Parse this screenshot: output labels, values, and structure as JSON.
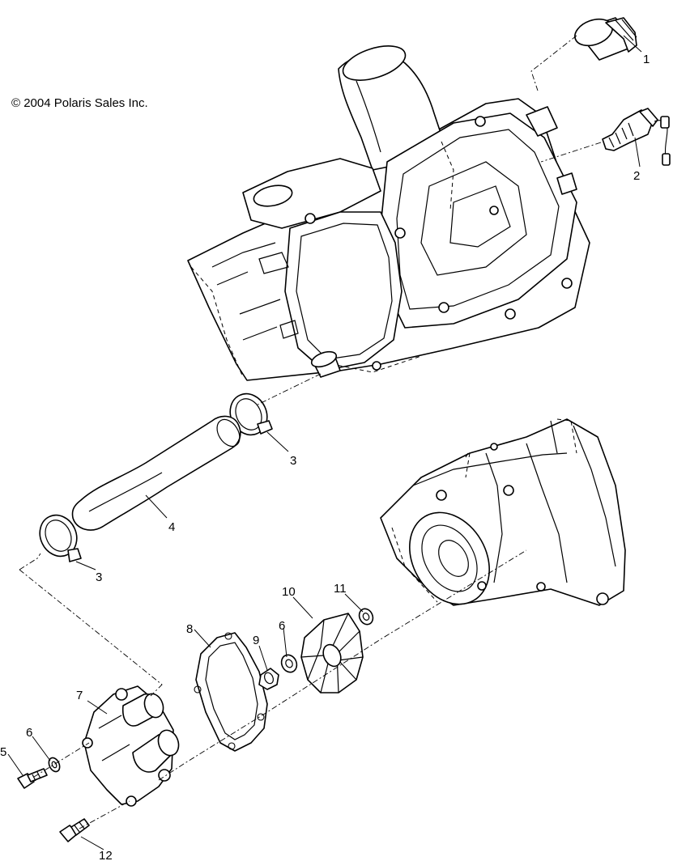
{
  "copyright": "© 2004 Polaris Sales Inc.",
  "callouts": [
    "1",
    "2",
    "3",
    "3",
    "4",
    "5",
    "6",
    "6",
    "7",
    "8",
    "9",
    "10",
    "11",
    "12"
  ]
}
